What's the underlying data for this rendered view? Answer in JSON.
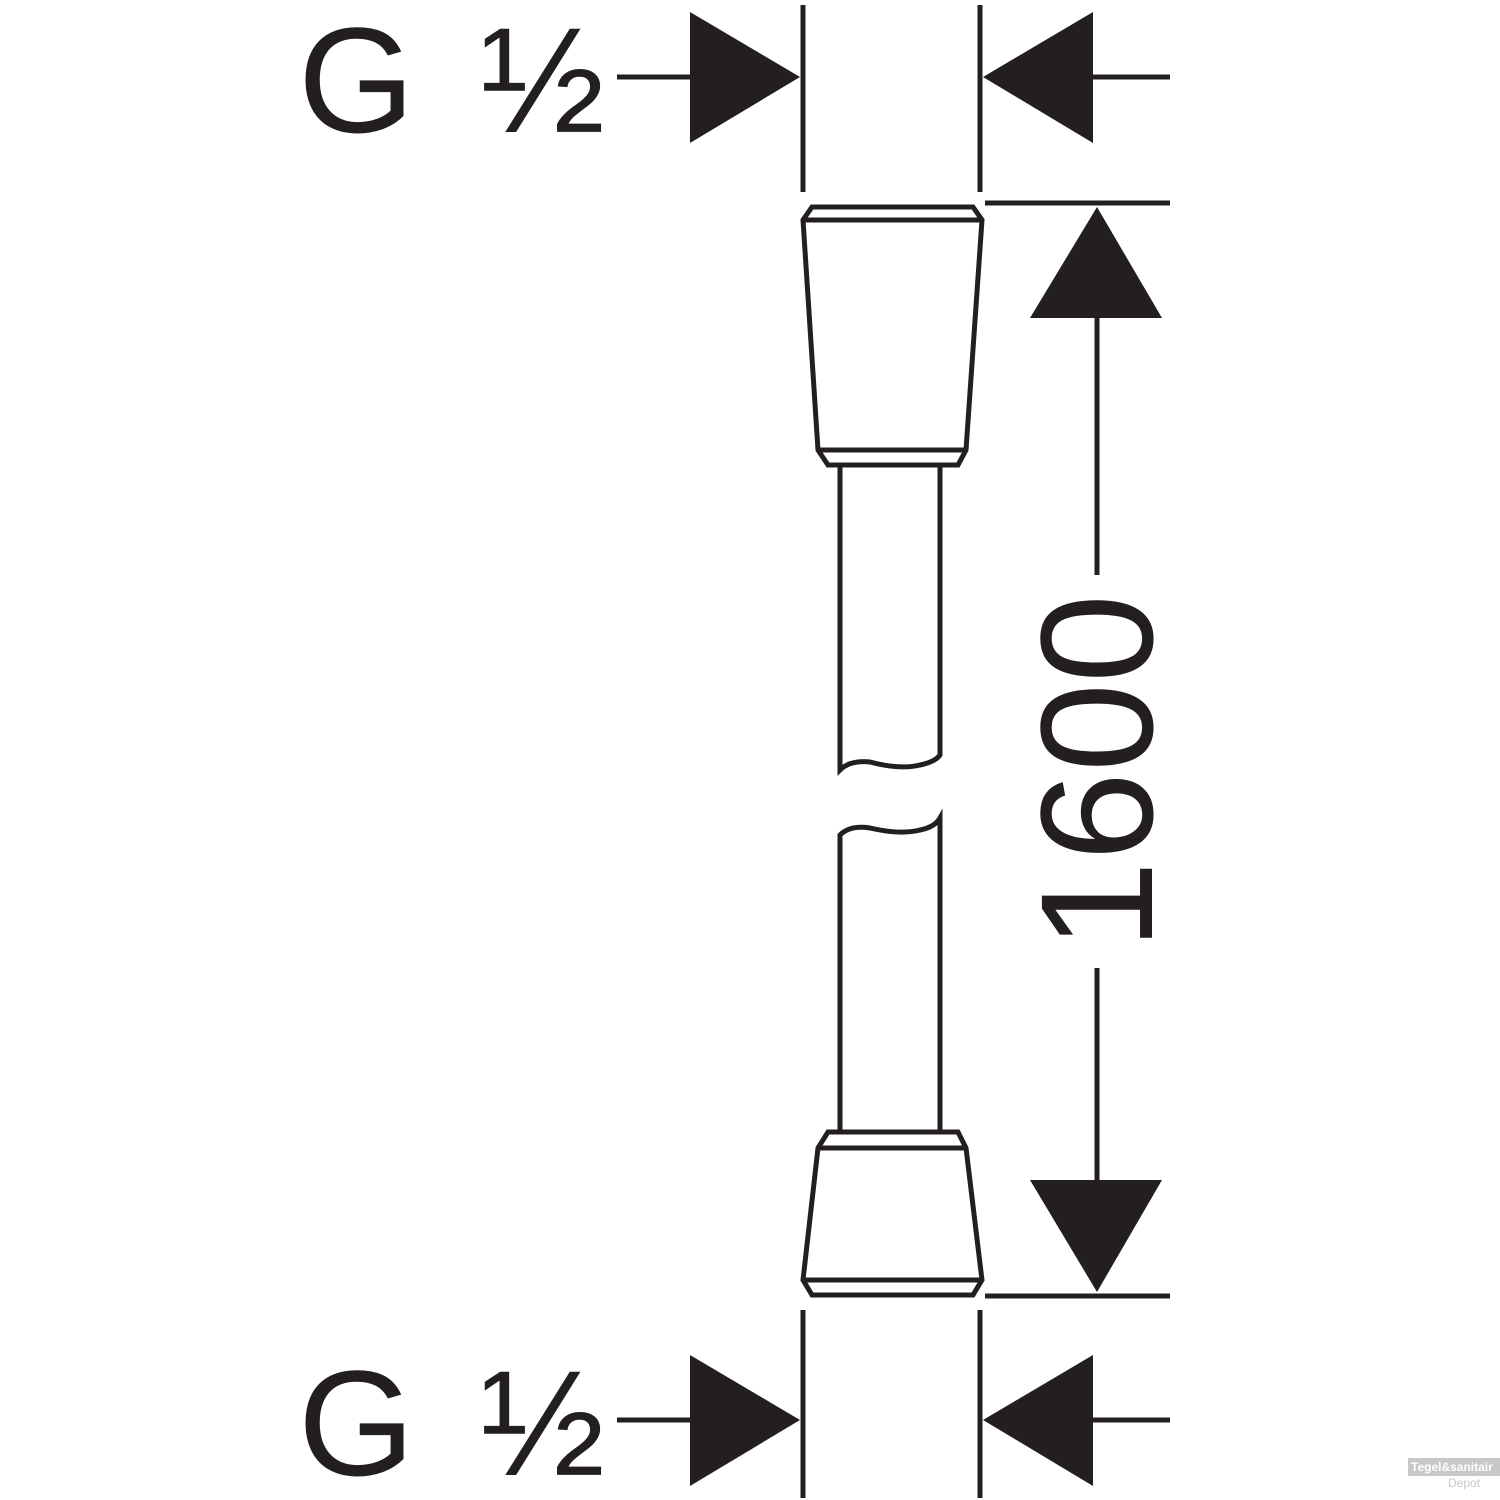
{
  "top_thread_label": {
    "g": "G",
    "fraction": "½"
  },
  "bottom_thread_label": {
    "g": "G",
    "fraction": "½"
  },
  "length_dimension": "1600",
  "watermark": {
    "line1": "Tegel&sanitair",
    "line2": "Depot"
  },
  "colors": {
    "ink": "#231f20",
    "watermark": "#c8c8c8"
  }
}
